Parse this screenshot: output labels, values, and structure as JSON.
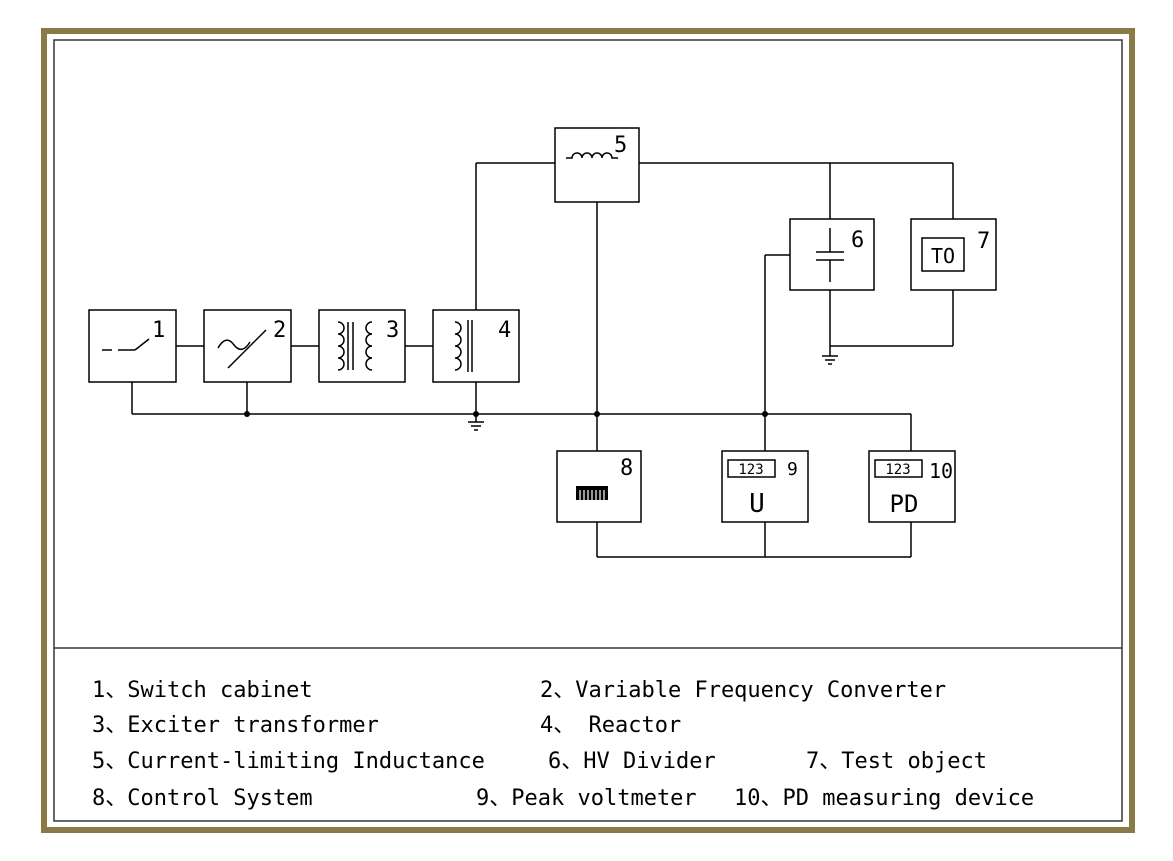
{
  "components": [
    {
      "num": "1",
      "name": "Switch cabinet"
    },
    {
      "num": "2",
      "name": "Variable Frequency Converter"
    },
    {
      "num": "3",
      "name": "Exciter transformer"
    },
    {
      "num": "4",
      "name": "Reactor"
    },
    {
      "num": "5",
      "name": "Current-limiting Inductance"
    },
    {
      "num": "6",
      "name": "HV Divider"
    },
    {
      "num": "7",
      "name": "Test object"
    },
    {
      "num": "8",
      "name": "Control System"
    },
    {
      "num": "9",
      "name": "Peak voltmeter"
    },
    {
      "num": "10",
      "name": "PD measuring device"
    }
  ],
  "box_text": {
    "test_object": "TO",
    "meter_display_9": "123",
    "meter_display_10": "123",
    "voltmeter_symbol": "U",
    "pd_symbol": "PD"
  },
  "legend": [
    "1、Switch cabinet",
    "2、Variable Frequency Converter",
    "3、Exciter transformer",
    "4、 Reactor",
    "5、Current-limiting Inductance",
    "6、HV Divider",
    "7、Test object",
    "8、Control System",
    "9、Peak voltmeter",
    "10、PD measuring device"
  ],
  "colors": {
    "frame": "#8a7a45",
    "line": "#000000",
    "background": "#ffffff"
  }
}
